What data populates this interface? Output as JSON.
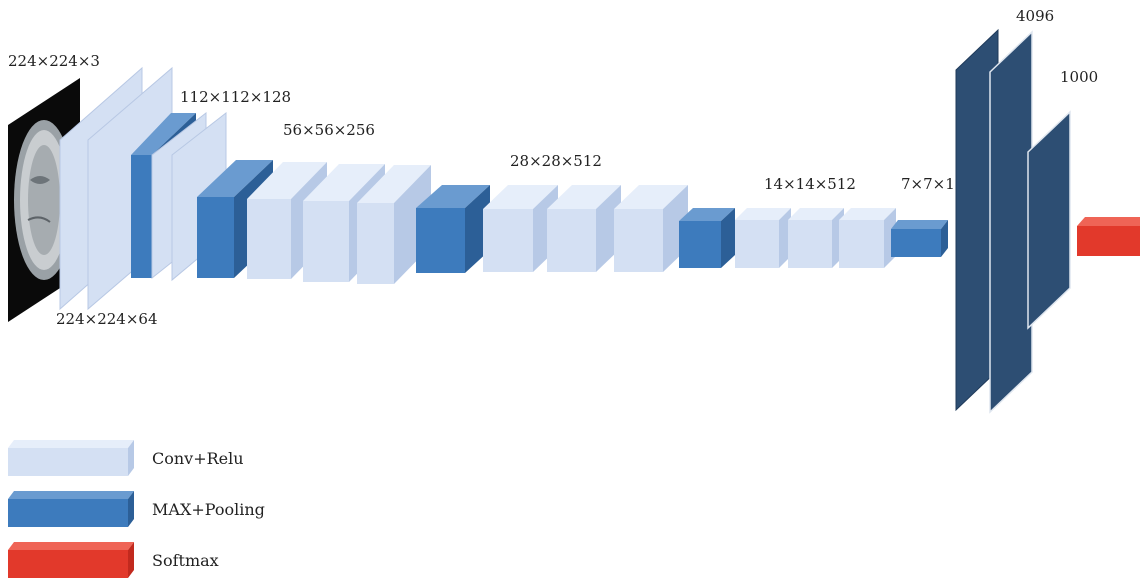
{
  "colors": {
    "conv": "#d4e0f3",
    "conv_side": "#b7c9e6",
    "conv_top": "#e6eefa",
    "pool": "#3d7bbd",
    "pool_side": "#2c5f97",
    "pool_top": "#6a9bd0",
    "fc": "#2d4e73",
    "fc_side": "#1f3a5a",
    "softmax": "#e2392b",
    "softmax_top": "#ef6456",
    "image_bg": "#0a0a0a"
  },
  "input": {
    "icon": "brain-mri-slice-icon"
  },
  "labels": {
    "input": "224×224×3",
    "conv1": "224×224×64",
    "conv2": "112×112×128",
    "conv3": "56×56×256",
    "conv4": "28×28×512",
    "conv5": "14×14×512",
    "pool5": "7×7×1",
    "fc1": "4096",
    "fc3": "1000"
  },
  "legend": [
    {
      "label": "Conv+Relu",
      "kind": "conv"
    },
    {
      "label": "MAX+Pooling",
      "kind": "pool"
    },
    {
      "label": "Softmax",
      "kind": "softmax"
    }
  ]
}
